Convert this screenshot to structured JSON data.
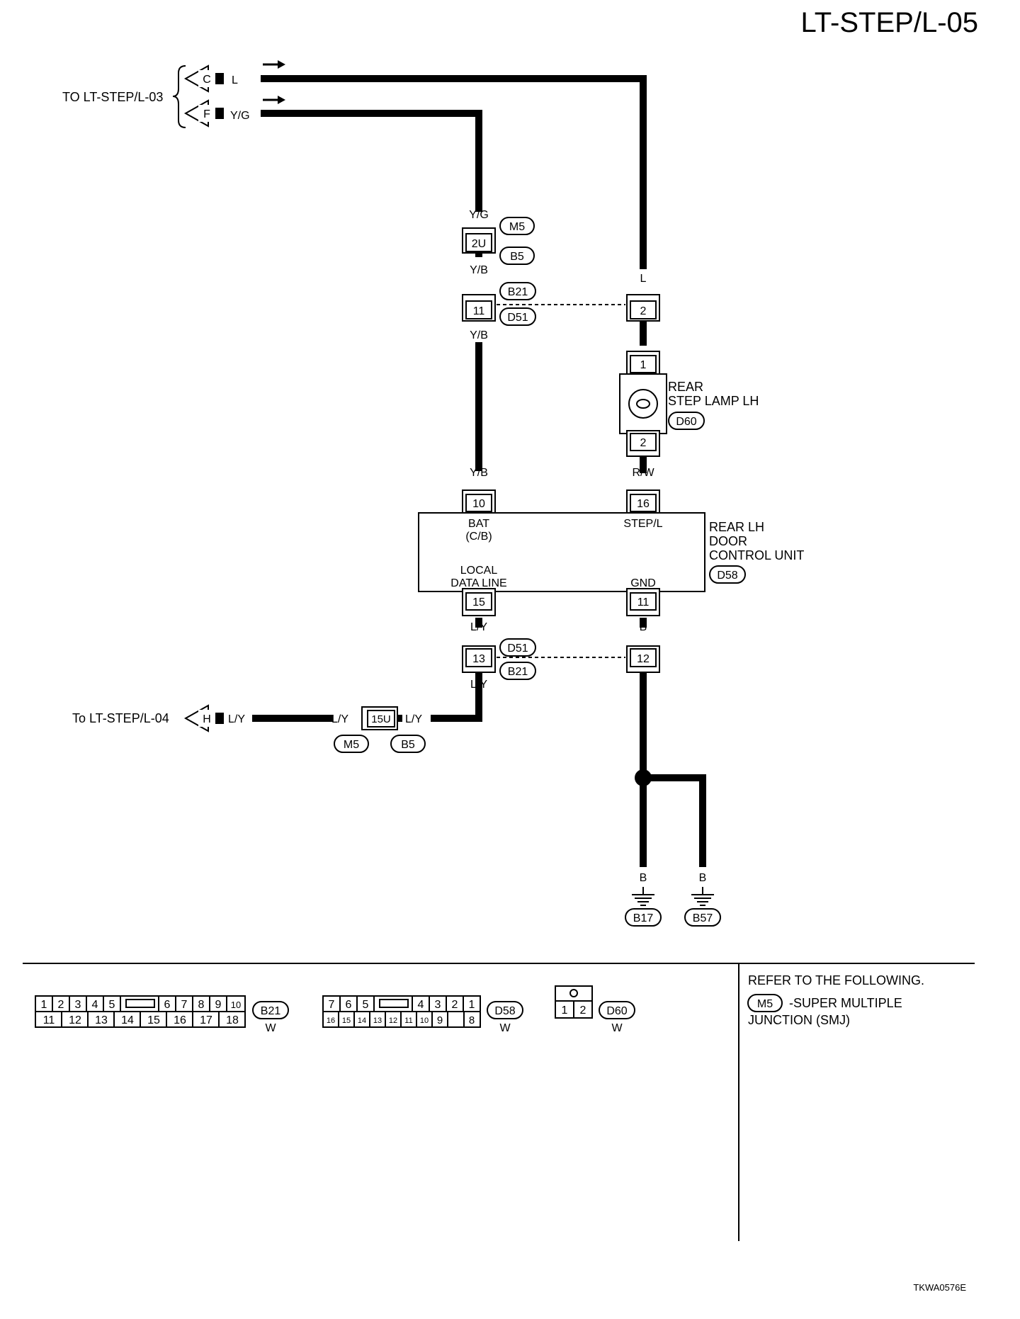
{
  "page_id": "LT-STEP/L-05",
  "figure_code": "TKWA0576E",
  "source_ref": {
    "label": "TO LT-STEP/L-03",
    "pin_top": "C",
    "pin_bottom": "F"
  },
  "wires": {
    "L": "L",
    "YG": "Y/G",
    "YB": "Y/B",
    "RW": "R/W",
    "LY": "L/Y",
    "B": "B"
  },
  "connectors": {
    "smj_2u": "2U",
    "smj_15u": "15U",
    "b21_11": "11",
    "b21_2": "2",
    "lamp_1": "1",
    "lamp_2": "2",
    "dcu_10": "10",
    "dcu_16": "16",
    "dcu_15": "15",
    "dcu_11": "11",
    "d51_13": "13",
    "d51_12": "12"
  },
  "codes": {
    "M5": "M5",
    "B5": "B5",
    "B21": "B21",
    "D51": "D51",
    "D60": "D60",
    "D58": "D58",
    "B17": "B17",
    "B57": "B57"
  },
  "components": {
    "lamp_line1": "REAR",
    "lamp_line2": "STEP LAMP LH",
    "dcu_line1": "REAR LH",
    "dcu_line2": "DOOR",
    "dcu_line3": "CONTROL UNIT",
    "dcu_bat1": "BAT",
    "dcu_bat2": "(C/B)",
    "dcu_stepl": "STEP/L",
    "dcu_local1": "LOCAL",
    "dcu_local2": "DATA LINE",
    "dcu_gnd": "GND"
  },
  "dest_ref": {
    "label": "To LT-STEP/L-04",
    "pin": "H"
  },
  "connector_views": {
    "b21": {
      "top": [
        "1",
        "2",
        "3",
        "4",
        "5",
        "6",
        "7",
        "8",
        "9",
        "10"
      ],
      "bottom": [
        "11",
        "12",
        "13",
        "14",
        "15",
        "16",
        "17",
        "18"
      ],
      "code": "B21",
      "color": "W"
    },
    "d58": {
      "top": [
        "7",
        "6",
        "5",
        "4",
        "3",
        "2",
        "1"
      ],
      "bottom": [
        "16",
        "15",
        "14",
        "13",
        "12",
        "11",
        "10",
        "9",
        "8"
      ],
      "code": "D58",
      "color": "W"
    },
    "d60": {
      "pins": [
        "1",
        "2"
      ],
      "code": "D60",
      "color": "W"
    }
  },
  "notes": {
    "title": "REFER TO THE FOLLOWING.",
    "code": "M5",
    "text1": "-SUPER MULTIPLE",
    "text2": "JUNCTION (SMJ)"
  }
}
